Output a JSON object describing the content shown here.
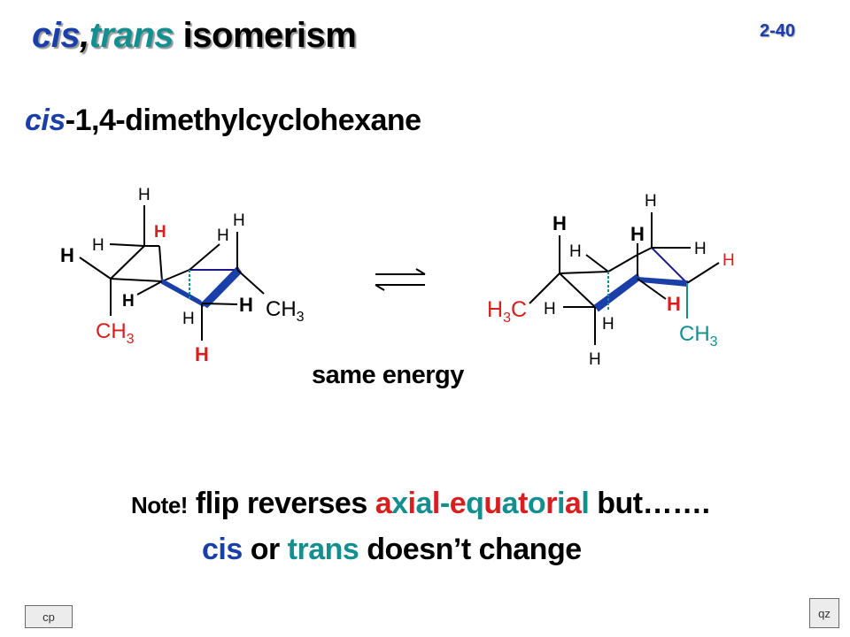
{
  "slide": {
    "title_cis": "cis",
    "title_comma": ",",
    "title_trans": "trans",
    "title_rest": " isomerism",
    "number": "2-40",
    "subtitle_cis": "cis",
    "subtitle_rest": "-1,4-dimethylcyclohexane",
    "energy_label": "same energy",
    "note": {
      "prefix": "Note!",
      "text1": " flip reverses ",
      "a1": "a",
      "a2": "x",
      "a3": "i",
      "a4": "a",
      "a5": "l",
      "dash": "-",
      "e1": "e",
      "e2": "q",
      "e3": "u",
      "e4": "a",
      "e5": "t",
      "e6": "o",
      "e7": "r",
      "e8": "i",
      "e9": "a",
      "e10": "l",
      "text2": " but……."
    },
    "note2": {
      "cis": "cis",
      "or": " or ",
      "trans": "trans",
      "rest": " doesn’t change"
    }
  },
  "structure_left": {
    "H_top": "H",
    "H_upper_red": "H",
    "H_right_top": "H",
    "H_mid_right": "H",
    "H_left_blk": "H",
    "H_left_small": "H",
    "H_mid_left": "H",
    "H_bottom_small": "H",
    "H_bottom_red": "H",
    "H_right_red": "H",
    "ch3_left_c": "CH",
    "ch3_left_sub": "3",
    "ch3_right_c": "CH",
    "ch3_right_sub": "3"
  },
  "structure_right": {
    "H_top": "H",
    "H_left_red": "H",
    "H_left_small": "H",
    "H_mid_red": "H",
    "H_right_small": "H",
    "H_far_right": "H",
    "H_ring_left": "H",
    "H_ring_mid": "H",
    "H_ring_right_red": "H",
    "H_bottom": "H",
    "h3c_h": "H",
    "h3c_sub": "3",
    "h3c_c": "C",
    "ch3_c": "CH",
    "ch3_sub": "3"
  },
  "buttons": {
    "cp": "cp",
    "qz": "qz"
  },
  "colors": {
    "blue": "#1a3fa8",
    "teal": "#138f8f",
    "red": "#d81e1e",
    "navy": "#1a1a8a"
  }
}
